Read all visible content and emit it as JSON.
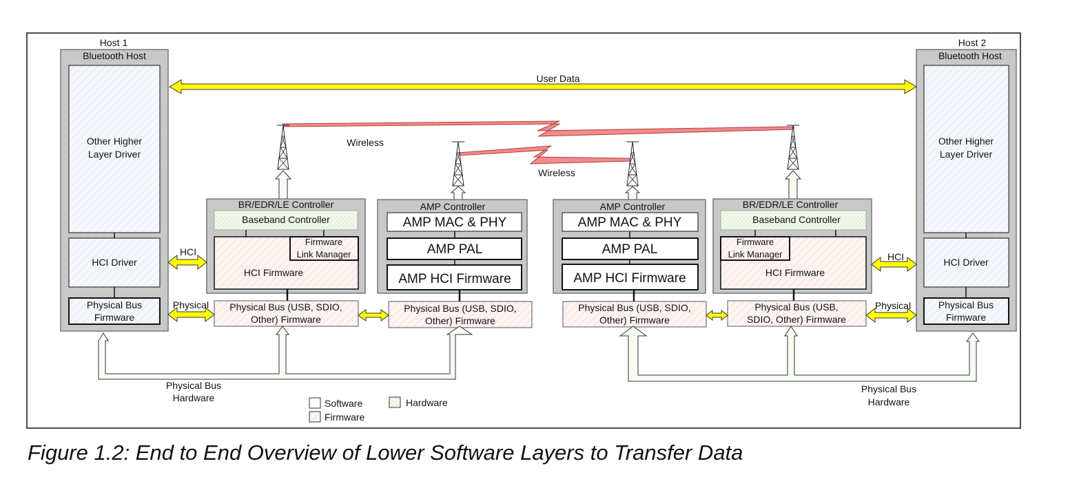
{
  "caption": "Figure 1.2:  End to End Overview of Lower Software Layers to Transfer Data",
  "host1": {
    "label": "Host 1",
    "title": "Bluetooth Host",
    "other_line1": "Other Higher",
    "other_line2": "Layer Driver",
    "hci_driver": "HCI Driver",
    "bus_line1": "Physical Bus",
    "bus_line2": "Firmware"
  },
  "host2": {
    "label": "Host 2",
    "title": "Bluetooth Host",
    "other_line1": "Other Higher",
    "other_line2": "Layer Driver",
    "hci_driver": "HCI Driver",
    "bus_line1": "Physical Bus",
    "bus_line2": "Firmware"
  },
  "user_data": "User Data",
  "wireless_1": "Wireless",
  "wireless_2": "Wireless",
  "hci_1": "HCI",
  "hci_2": "HCI",
  "physical_1": "Physical",
  "physical_2": "Physical",
  "bredr_left": {
    "title": "BR/EDR/LE Controller",
    "baseband": "Baseband Controller",
    "lm_line1": "Firmware",
    "lm_line2": "Link Manager",
    "hci_firmware": "HCI Firmware",
    "bus_line1": "Physical Bus (USB, SDIO,",
    "bus_line2": "Other) Firmware"
  },
  "bredr_right": {
    "title": "BR/EDR/LE Controller",
    "baseband": "Baseband Controller",
    "lm_line1": "Firmware",
    "lm_line2": "Link Manager",
    "hci_firmware": "HCI Firmware",
    "bus_line1": "Physical Bus (USB,",
    "bus_line2": "SDIO, Other) Firmware"
  },
  "amp_left": {
    "title": "AMP Controller",
    "mac_phy": "AMP MAC & PHY",
    "pal": "AMP PAL",
    "hci_firmware": "AMP HCI Firmware",
    "bus_line1": "Physical Bus (USB, SDIO,",
    "bus_line2": "Other) Firmware"
  },
  "amp_right": {
    "title": "AMP Controller",
    "mac_phy": "AMP MAC & PHY",
    "pal": "AMP PAL",
    "hci_firmware": "AMP HCI Firmware",
    "bus_line1": "Physical Bus (USB, SDIO,",
    "bus_line2": "Other) Firmware"
  },
  "bus_hw_left": {
    "line1": "Physical Bus",
    "line2": "Hardware"
  },
  "bus_hw_right": {
    "line1": "Physical Bus",
    "line2": "Hardware"
  },
  "legend": {
    "software": "Software",
    "firmware": "Firmware",
    "hardware": "Hardware"
  },
  "colors": {
    "gray_box": "#c8c8c8",
    "software_fill": "#f4f7fb",
    "firmware_fill": "#fdf3f1",
    "hardware_fill": "#f6fbf3",
    "arrow_yellow": "#ffff00",
    "lightning": "#f28b8b"
  }
}
